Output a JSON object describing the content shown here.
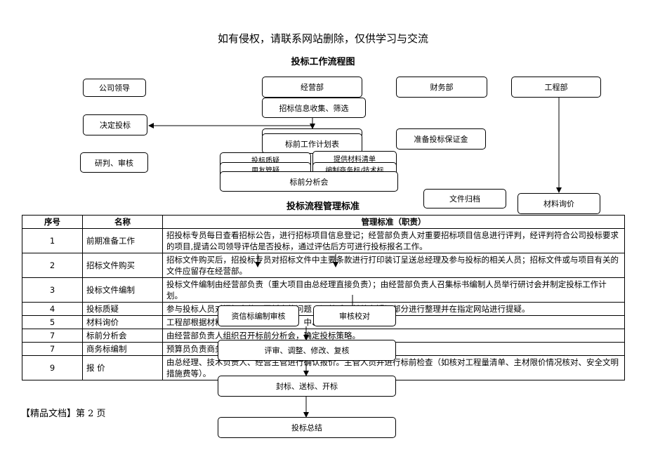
{
  "banner": "如有侵权，请联系网站删除，仅供学习与交流",
  "flow_title": "投标工作流程图",
  "boxes": {
    "company_leader": "公司领导",
    "business_dept": "经营部",
    "finance_dept": "财务部",
    "engineering_dept": "工程部",
    "info_collect": "招标信息收集、筛选",
    "decide_bid": "决定投标",
    "pre_bid_plan": "标前工作计划表",
    "bid_bond": "准备投标保证金",
    "research_review": "研判、审核",
    "partial_left_top": "投标质疑",
    "partial_right_top": "提供材料清单",
    "partial_left_bottom": "用友管疑",
    "partial_right_bottom": "编制商务标/技术标",
    "pre_bid_analysis": "标前分析会",
    "file_archive": "文件归档",
    "material_inquiry": "材料询价",
    "qualification_review": "资信标编制审核",
    "bid_verify": "审核校对",
    "review_adjust": "评审、调整、修改、复核",
    "seal_deliver": "封标、送标、开标",
    "bid_summary": "投标总结"
  },
  "table_title": "投标流程管理标准",
  "table": {
    "headers": [
      "序号",
      "名称",
      "管理标准（职责）"
    ],
    "rows": [
      {
        "no": "1",
        "name": "前期准备工作",
        "desc": "招投标专员每日查看招标公告，进行招标项目信息登记；经营部负责人对重要招标项目信息进行评判，经评判符合公司投标要求的项目,提请公司领导评估是否投标，通过评估后方可进行投标报名工作。"
      },
      {
        "no": "2",
        "name": "招标文件购买",
        "desc": "招标文件购买后，招投标专员对招标文件中主要条款进行打印装订呈送总经理及参与投标的相关人员；招标文件或与项目有关的文件应留存在经营部。"
      },
      {
        "no": "3",
        "name": "投标文件编制",
        "desc": "投标文件编制由经营部负责（重大项目由总经理直接负责）；由经营部负责人召集标书编制人员举行研讨会并制定投标工作计划。"
      },
      {
        "no": "4",
        "name": "投标质疑",
        "desc": "参与投标人员对招标文件、图纸中的问题，汇总后，前将有疑问部分进行整理并在指定网站进行提疑。"
      },
      {
        "no": "5",
        "name": "材料询价",
        "desc": "工程部根据材料清单询价，并编制高、中、低三种材料报价清单。"
      },
      {
        "no": "7",
        "name": "标前分析会",
        "desc": "由经营部负责人组织召开标前分析会，确定投标策略。"
      },
      {
        "no": "7",
        "name": "商务标编制",
        "desc": "预算员负责商务标编制。"
      },
      {
        "no": "9",
        "name": "报  价",
        "desc": "由总经理、技术负责人、经营主管进行确认报价。主管人员并进行标前检查（如核对工程量清单、主材限价情况核对、安全文明措施费等）。"
      }
    ]
  },
  "footer": "【精品文档】第 2 页"
}
